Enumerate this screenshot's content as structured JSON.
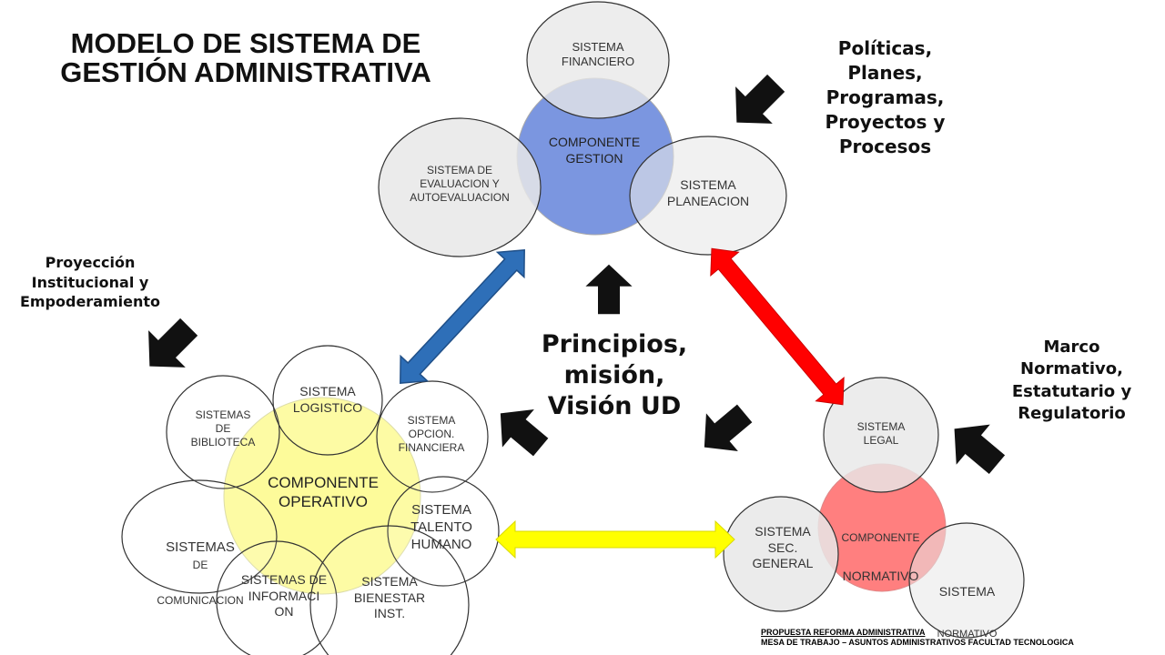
{
  "title": "MODELO DE SISTEMA DE\nGESTIÓN ADMINISTRATIVA",
  "center": "Principios,\nmisión,\nVisión UD",
  "notes": {
    "politicas": "Políticas,\nPlanes,\nProgramas,\nProyectos y\nProcesos",
    "proyeccion": "Proyección\nInstitucional y\nEmpoderamiento",
    "marco": "Marco\nNormativo,\nEstatutario y\nRegulatorio"
  },
  "gestion": {
    "component": "COMPONENTE\nGESTION",
    "financiero": "SISTEMA\nFINANCIERO",
    "evaluacion": "SISTEMA DE\nEVALUACION Y\nAUTOEVALUACION",
    "planeacion": "SISTEMA\nPLANEACION"
  },
  "operativo": {
    "component": "COMPONENTE\nOPERATIVO",
    "logistico": "SISTEMA\nLOGISTICO",
    "biblioteca": "SISTEMAS\nDE\nBIBLIOTECA",
    "opcion": "SISTEMA\nOPCION.\nFINANCIERA",
    "comunicacion_big": "SISTEMAS",
    "comunicacion_small": "DE",
    "comunicacion_line2": "COMUNICACION",
    "talento": "SISTEMA\nTALENTO\nHUMANO",
    "informacion": "SISTEMAS DE\nINFORMACI\nON",
    "bienestar": "SISTEMA\nBIENESTAR\nINST."
  },
  "normativo": {
    "component_line1": "COMPONENTE",
    "component_line2": "NORMATIVO",
    "legal": "SISTEMA\nLEGAL",
    "general": "SISTEMA\nSEC.\nGENERAL",
    "normativo_line1": "SISTEMA",
    "normativo_line2": "NORMATIVO"
  },
  "footer": {
    "line1": "PROPUESTA REFORMA ADMINISTRATIVA",
    "line2": "MESA DE TRABAJO – ASUNTOS ADMINISTRATIVOS  FACULTAD TECNOLOGICA"
  },
  "colors": {
    "gestion_fill": "#7b96e0",
    "operativo_fill": "#fdfb9a",
    "normativo_fill": "#ff7f7f",
    "gray_circle": "#e8e8e8",
    "arrow_blue": "#2e6fb8",
    "arrow_red": "#ff0000",
    "arrow_yellow": "#ffff00",
    "dark_arrow": "#111111"
  }
}
